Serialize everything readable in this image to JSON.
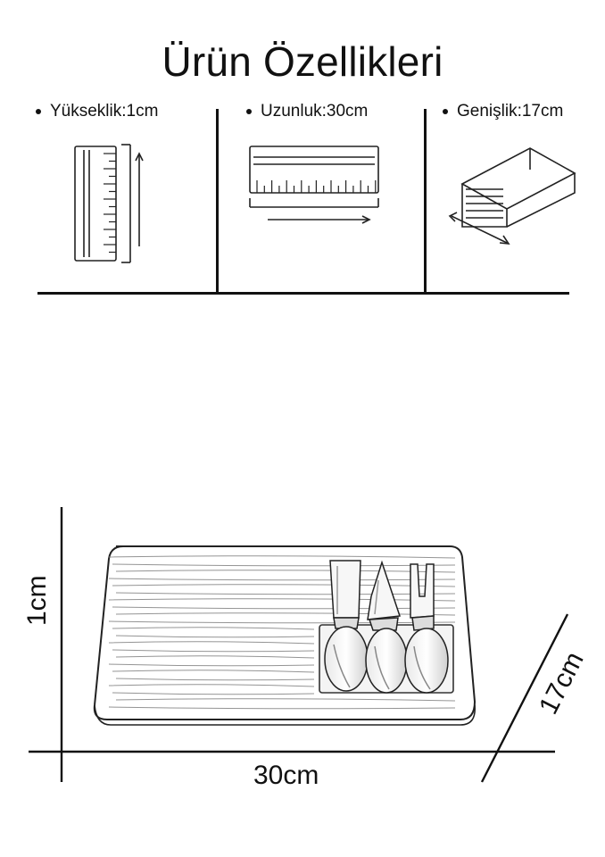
{
  "title": "Ürün Özellikleri",
  "specs": {
    "height": "Yükseklik:1cm",
    "length": "Uzunluk:30cm",
    "width": "Genişlik:17cm"
  },
  "dimensions": {
    "height": "1cm",
    "length": "30cm",
    "width": "17cm"
  },
  "icons": {
    "height": "vertical-ruler-icon",
    "length": "horizontal-ruler-icon",
    "width": "box-depth-icon"
  }
}
